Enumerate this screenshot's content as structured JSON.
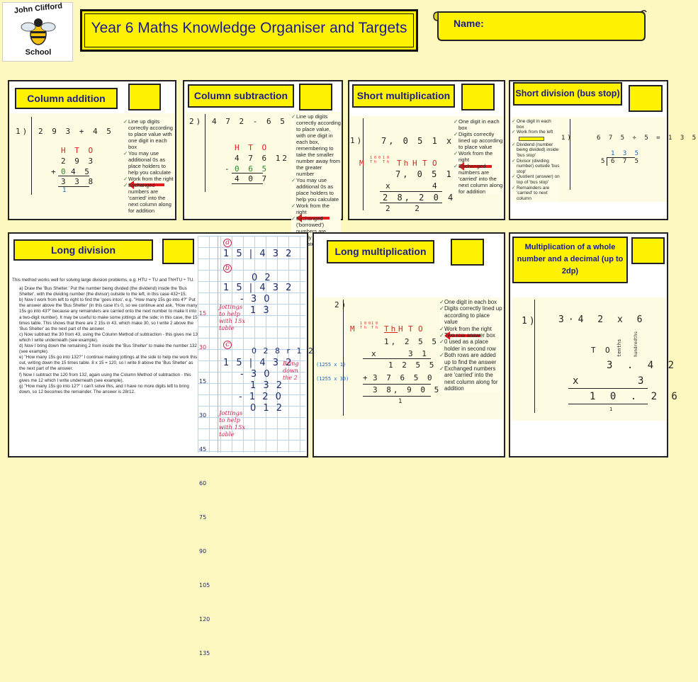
{
  "header": {
    "school_name_top": "John Clifford",
    "school_name_bottom": "School",
    "title": "Year 6 Maths Knowledge Organiser and Targets",
    "name_label": "Name:"
  },
  "column_addition": {
    "label": "Column addition",
    "question_no": "1)",
    "question": "2 9 3 + 4 5",
    "headers": "H T O",
    "row1": "2 9 3",
    "row2_op": "+",
    "row2_carry": "0",
    "row2": "4 5",
    "result": "3 3 8",
    "carry": "1",
    "tips": [
      "Line up digits correctly according to place value with one digit in each box",
      "You may use additional 0s as place holders to help you calculate",
      "Work from the right",
      "Exchanged numbers are 'carried' into the next column along for addition"
    ]
  },
  "column_subtraction": {
    "label": "Column subtraction",
    "question_no": "2)",
    "question": "4 7 2 - 6 5",
    "headers": "H T O",
    "row1": "4 7 6 12",
    "row2_op": "-",
    "row2": "0 6 5",
    "result": "4 0 7",
    "tips": [
      "Line up digits correctly according to place value, with one digit in each box, remembering to take the smaller number away from the greater number",
      "You may use additional 0s as place holders to help you calculate",
      "Work from the right",
      "Exchanged ('borrowed') numbers are clearly and neatly indicated"
    ]
  },
  "short_multiplication": {
    "label": "Short multiplication",
    "question_no": "1)",
    "question": "7, 0 5 1 x 4",
    "headers": [
      "M",
      "100 Th",
      "10 Th",
      "Th",
      "H",
      "T",
      "O"
    ],
    "row1": "7, 0 5 1",
    "row2_op": "x",
    "row2": "4",
    "result": "2 8, 2 0 4",
    "carry": "2 2",
    "tips": [
      "One digit in each box",
      "Digits correctly lined up according to place value",
      "Work from the right",
      "Exchanged numbers are 'carried' into the next column along for addition"
    ]
  },
  "short_division": {
    "label": "Short division (bus stop)",
    "question_no": "1)",
    "question": "6 7 5 ÷ 5 = 1 3 5",
    "quotient": "1 3 5",
    "divisor": "5",
    "dividend": "6 7 5",
    "tips": [
      "One digit in each box",
      "Work from the left",
      "Dividend (number being divided) inside 'bus stop'",
      "Divisor (dividing number) outside 'bus stop'",
      "Quotient (answer) on top of 'bus stop'",
      "Remainders are 'carried' to next column"
    ]
  },
  "long_division": {
    "label": "Long division",
    "intro": "This method works well for solving large division problems, e.g. HTU ÷ TU and ThHTU ÷ TU.",
    "steps": [
      "a) Draw the 'Bus Shelter.' Put the number being divided (the dividend) inside the 'Bus Shelter', with the dividing number (the divisor) outside to the left, in this case 432÷15.",
      "b) Now I work from left to right to find the 'goes intos', e.g. \"How many 15s go into 4?\" Put the answer above the 'Bus Shelter' (in this case it's 0, so we continue and ask, \"How many 15s go into 43?\" because any remainders are carried onto the next number to make it into a two-digit number). It may be useful to make some jottings at the side; in this case, the 15 times table. This shows that there are 2 15s in 43, which make 30, so I write 2 above the 'Bus Shelter' as the next part of the answer.",
      "c) Now subtract the 30 from 43, using the Column Method of subtraction - this gives me 13 which I write underneath (see example).",
      "d) Now I bring down the remaining 2 from inside the 'Bus Shelter' to make the number 132 (see example).",
      "e) \"How many 15s go into 132?\" I continue making jottings at the side to help me work this out, writing down the 15 times table. 8 x 15 = 120, so I write 8 above the 'Bus Shelter' as the next part of the answer.",
      "f) Now I subtract the 120 from 132, again using the Column Method of subtraction - this gives me 12 which I write underneath (see example).",
      "g) \"How many 15s go into 12?\" I can't solve this, and I have no more digits left to bring down, so 12 becomes the remainder. The answer is 28r12."
    ],
    "worked": {
      "step_a": "a",
      "step_b": "b",
      "step_c": "c",
      "division": "1 5 | 4 3 2",
      "q1": "0 2",
      "sub1": "- 3 0",
      "rem1": "1 3",
      "q2": "0 2 8 r 1 2",
      "sub2": "- 3 0",
      "bring": "1 3 2",
      "sub3": "- 1 2 0",
      "rem2": "0 1 2",
      "table": [
        "15",
        "30",
        "45",
        "60",
        "75",
        "90",
        "105",
        "120",
        "135"
      ],
      "note1": "Jottings to help with 15x table",
      "note2": "Bring down the 2"
    }
  },
  "long_multiplication": {
    "label": "Long multiplication",
    "question_no": "2)",
    "headers": [
      "M",
      "100 Th",
      "10 Th",
      "Th",
      "H",
      "T",
      "O"
    ],
    "row1": "1, 2 5 5",
    "row2_op": "x",
    "row2": "3 1",
    "partial1_label": "(1255 x 1)",
    "partial1": "1 2 5 5",
    "partial2_label": "(1255 x 30)",
    "partial2_op": "+",
    "partial2": "3 7 6 5 0",
    "result": "3 8, 9 0 5",
    "carry": "1",
    "tips": [
      "One digit in each box",
      "Digits correctly lined up according to place value",
      "Work from the right",
      "Two row answer box",
      "0 used as a place holder in second row",
      "Both rows are added up to find the answer",
      "Exchanged numbers are 'carried' into the next column along for addition"
    ]
  },
  "decimal_multiplication": {
    "label": "Multiplication of a whole number and a decimal (up to 2dp)",
    "question_no": "1)",
    "question": "3·4 2 x 6",
    "headers": [
      "T",
      "O",
      "tenths",
      "hundredths"
    ],
    "row1": "3 . 4 2",
    "row2_op": "x",
    "row2": "3",
    "result": "1 0 . 2 6",
    "carry": "1"
  },
  "colors": {
    "yellow": "#fff200",
    "navy": "#1b1b8a",
    "background": "#fdf8c0",
    "red": "#e21c1c"
  }
}
